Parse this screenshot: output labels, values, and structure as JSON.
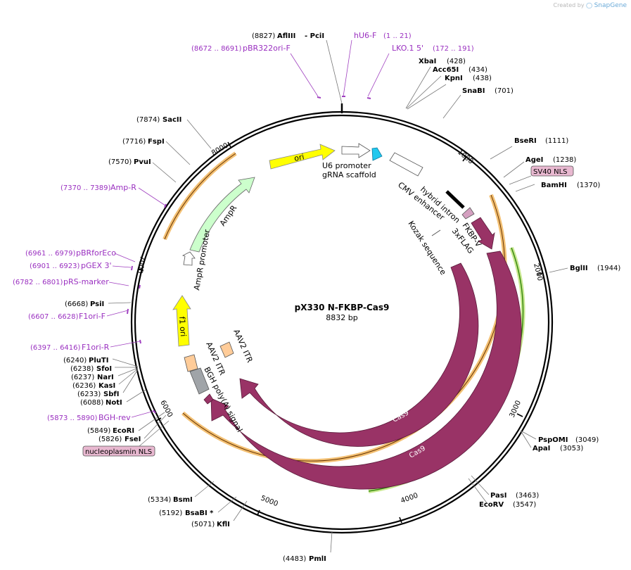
{
  "credit": {
    "prefix": "Created by",
    "brand": "SnapGene"
  },
  "plasmid": {
    "name": "pX330 N-FKBP-Cas9",
    "size_label": "8832 bp",
    "length": 8832
  },
  "ticks": [
    "1000",
    "2000",
    "3000",
    "4000",
    "5000",
    "6000",
    "7000",
    "8000"
  ],
  "sites": [
    {
      "name": "AflIII",
      "pos": "8827",
      "coord": 8827
    },
    {
      "name": "- PciI",
      "pos": "",
      "coord": 8827
    },
    {
      "name": "XbaI",
      "pos": "428",
      "coord": 428
    },
    {
      "name": "Acc65I",
      "pos": "434",
      "coord": 434
    },
    {
      "name": "KpnI",
      "pos": "438",
      "coord": 438
    },
    {
      "name": "SnaBI",
      "pos": "701",
      "coord": 701
    },
    {
      "name": "BseRI",
      "pos": "1111",
      "coord": 1111
    },
    {
      "name": "AgeI",
      "pos": "1238",
      "coord": 1238
    },
    {
      "name": "BamHI",
      "pos": "1370",
      "coord": 1370
    },
    {
      "name": "BglII",
      "pos": "1944",
      "coord": 1944
    },
    {
      "name": "PspOMI",
      "pos": "3049",
      "coord": 3049
    },
    {
      "name": "ApaI",
      "pos": "3053",
      "coord": 3053
    },
    {
      "name": "PasI",
      "pos": "3463",
      "coord": 3463
    },
    {
      "name": "EcoRV",
      "pos": "3547",
      "coord": 3547
    },
    {
      "name": "PmlI",
      "pos": "4483",
      "coord": 4483
    },
    {
      "name": "KflI",
      "pos": "5071",
      "coord": 5071
    },
    {
      "name": "BsaBI *",
      "pos": "5192",
      "coord": 5192
    },
    {
      "name": "BsmI",
      "pos": "5334",
      "coord": 5334
    },
    {
      "name": "FseI",
      "pos": "5826",
      "coord": 5826
    },
    {
      "name": "EcoRI",
      "pos": "5849",
      "coord": 5849
    },
    {
      "name": "NotI",
      "pos": "6088",
      "coord": 6088
    },
    {
      "name": "SbfI",
      "pos": "6233",
      "coord": 6233
    },
    {
      "name": "KasI",
      "pos": "6236",
      "coord": 6236
    },
    {
      "name": "NarI",
      "pos": "6237",
      "coord": 6237
    },
    {
      "name": "SfoI",
      "pos": "6238",
      "coord": 6238
    },
    {
      "name": "PluTI",
      "pos": "6240",
      "coord": 6240
    },
    {
      "name": "PsiI",
      "pos": "6668",
      "coord": 6668
    },
    {
      "name": "PvuI",
      "pos": "7570",
      "coord": 7570
    },
    {
      "name": "FspI",
      "pos": "7716",
      "coord": 7716
    },
    {
      "name": "SacII",
      "pos": "7874",
      "coord": 7874
    }
  ],
  "primers": [
    {
      "name": "pBR322ori-F",
      "range": "(8672 .. 8691)",
      "start": 8672,
      "end": 8691
    },
    {
      "name": "hU6-F",
      "range": "(1 .. 21)",
      "start": 1,
      "end": 21
    },
    {
      "name": "LKO.1 5'",
      "range": "(172 .. 191)",
      "start": 172,
      "end": 191
    },
    {
      "name": "Amp-R",
      "range": "(7370 .. 7389)",
      "start": 7370,
      "end": 7389
    },
    {
      "name": "pBRforEco",
      "range": "(6961 .. 6979)",
      "start": 6961,
      "end": 6979
    },
    {
      "name": "pGEX 3'",
      "range": "(6901 .. 6923)",
      "start": 6901,
      "end": 6923
    },
    {
      "name": "pRS-marker",
      "range": "(6782 .. 6801)",
      "start": 6782,
      "end": 6801
    },
    {
      "name": "F1ori-F",
      "range": "(6607 .. 6628)",
      "start": 6607,
      "end": 6628
    },
    {
      "name": "F1ori-R",
      "range": "(6397 .. 6416)",
      "start": 6397,
      "end": 6416
    },
    {
      "name": "BGH-rev",
      "range": "(5873 .. 5890)",
      "start": 5873,
      "end": 5890
    }
  ],
  "boxed_labels": [
    {
      "name": "SV40 NLS",
      "coord": 1390
    },
    {
      "name": "nucleoplasmin NLS",
      "coord": 5870
    }
  ],
  "features": [
    {
      "name": "ori",
      "color": "#ffff00"
    },
    {
      "name": "U6 promoter",
      "color": "#ffffff"
    },
    {
      "name": "gRNA scaffold",
      "color": "#22c8ee"
    },
    {
      "name": "CMV enhancer",
      "color": "#ffffff"
    },
    {
      "name": "hybrid intron",
      "color": "#000000"
    },
    {
      "name": "FKBP-V",
      "color": "#993366"
    },
    {
      "name": "3xFLAG",
      "color": "#d4a0c0"
    },
    {
      "name": "Kozak sequence",
      "color": "#ffffff"
    },
    {
      "name": "Cas9",
      "color": "#993366"
    },
    {
      "name": "Cas9",
      "color": "#993366"
    },
    {
      "name": "BGH poly(A) signal",
      "color": "#a0a4a8"
    },
    {
      "name": "AAV2 ITR",
      "color": "#ffcc99"
    },
    {
      "name": "AAV2 ITR",
      "color": "#ffcc99"
    },
    {
      "name": "f1 ori",
      "color": "#ffff00"
    },
    {
      "name": "AmpR",
      "color": "#ccffcc"
    },
    {
      "name": "AmpR promoter",
      "color": "#ffffff"
    }
  ]
}
